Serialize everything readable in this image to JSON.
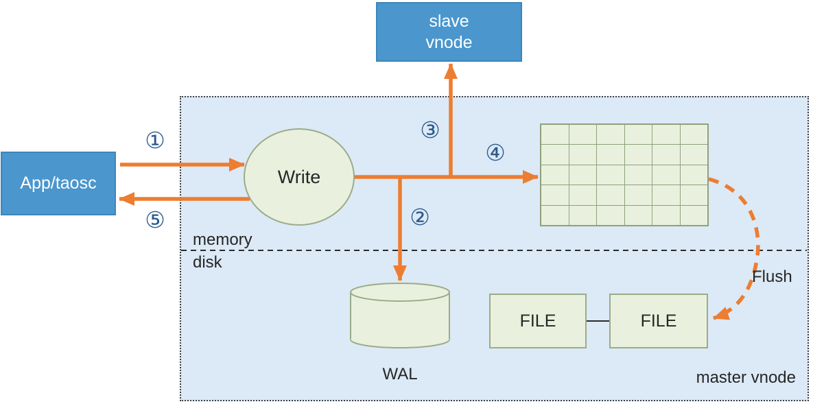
{
  "diagram": {
    "colors": {
      "node_blue": "#4a96cd",
      "node_blue_border": "#3d86ba",
      "node_text": "#ffffff",
      "region_fill": "#dce9f6",
      "region_border": "#3f3f3f",
      "shape_green": "#e9f1de",
      "shape_green_border": "#9cab88",
      "grid_line": "#8fa07c",
      "arrow_orange": "#ed7d31",
      "step_blue": "#2a5a8c",
      "text_dark": "#262626"
    },
    "nodes": {
      "slave_vnode": {
        "line1": "slave",
        "line2": "vnode"
      },
      "app_taosc": {
        "label": "App/taosc"
      },
      "write": {
        "label": "Write"
      },
      "wal": {
        "label": "WAL"
      },
      "file_left": {
        "label": "FILE"
      },
      "file_right": {
        "label": "FILE"
      }
    },
    "labels": {
      "memory": "memory",
      "disk": "disk",
      "flush": "Flush",
      "master_vnode": "master vnode"
    },
    "steps": {
      "step1": "①",
      "step2": "②",
      "step3": "③",
      "step4": "④",
      "step5": "⑤"
    },
    "grid": {
      "rows": 5,
      "cols": 6
    }
  }
}
